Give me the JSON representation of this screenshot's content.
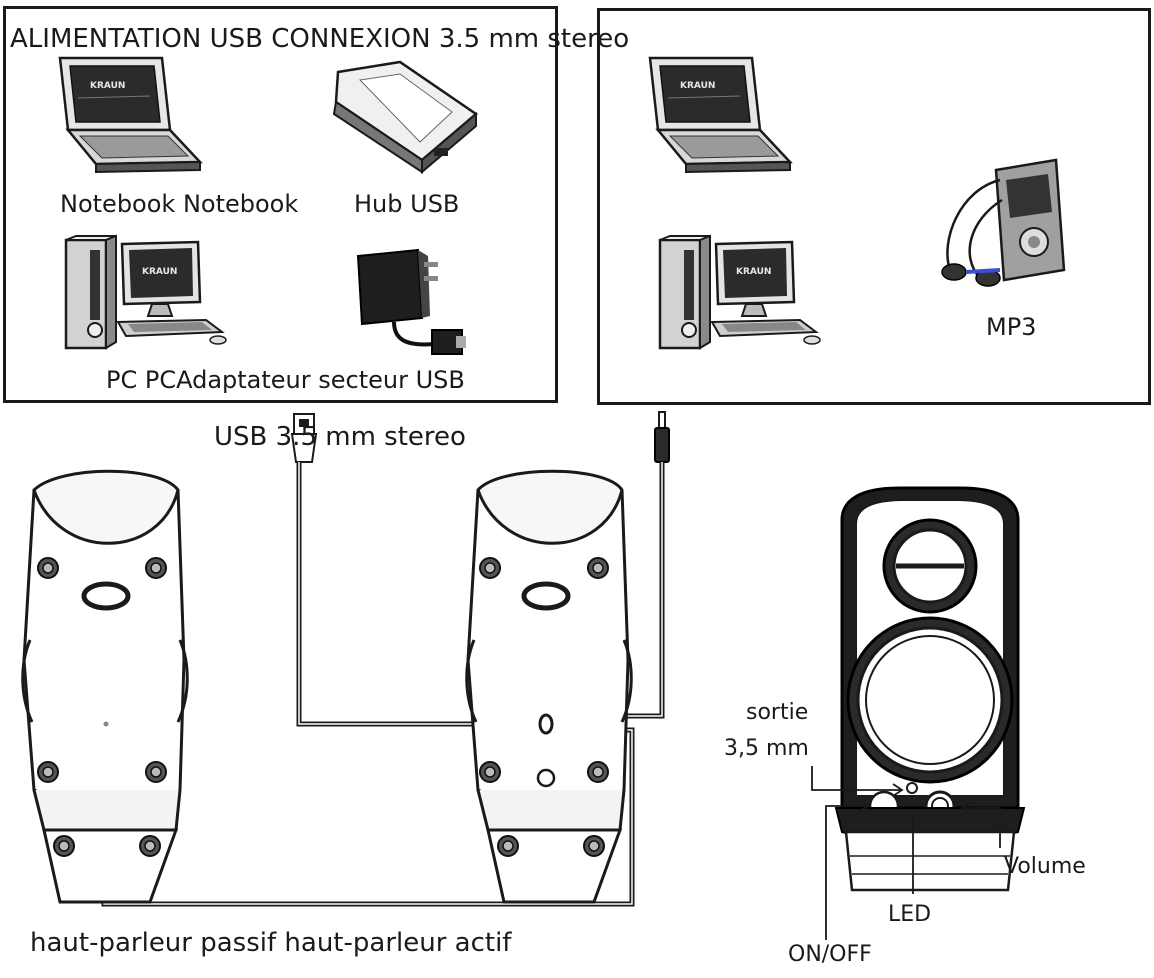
{
  "panels": {
    "left_title": "ALIMENTATION USB CONNEXION 3.5 mm stereo",
    "left_row1_label": "Notebook Notebook",
    "left_hub_label": "Hub USB",
    "left_row2_label": "PC PCAdaptateur secteur USB",
    "right_mp3_label": "MP3"
  },
  "cables": {
    "label": "USB 3.5 mm stereo"
  },
  "front_view": {
    "output_label_line1": "sortie",
    "output_label_line2": "3,5 mm",
    "volume_label": "Volume",
    "led_label": "LED",
    "power_label": "ON/OFF"
  },
  "speakers": {
    "caption": "haut-parleur passif haut-parleur actif"
  },
  "icons": [
    "laptop-icon",
    "usb-hub-icon",
    "desktop-pc-icon",
    "power-adapter-icon",
    "mp3-player-icon",
    "usb-plug-icon",
    "audio-jack-icon",
    "speaker-back-icon",
    "speaker-front-icon"
  ]
}
